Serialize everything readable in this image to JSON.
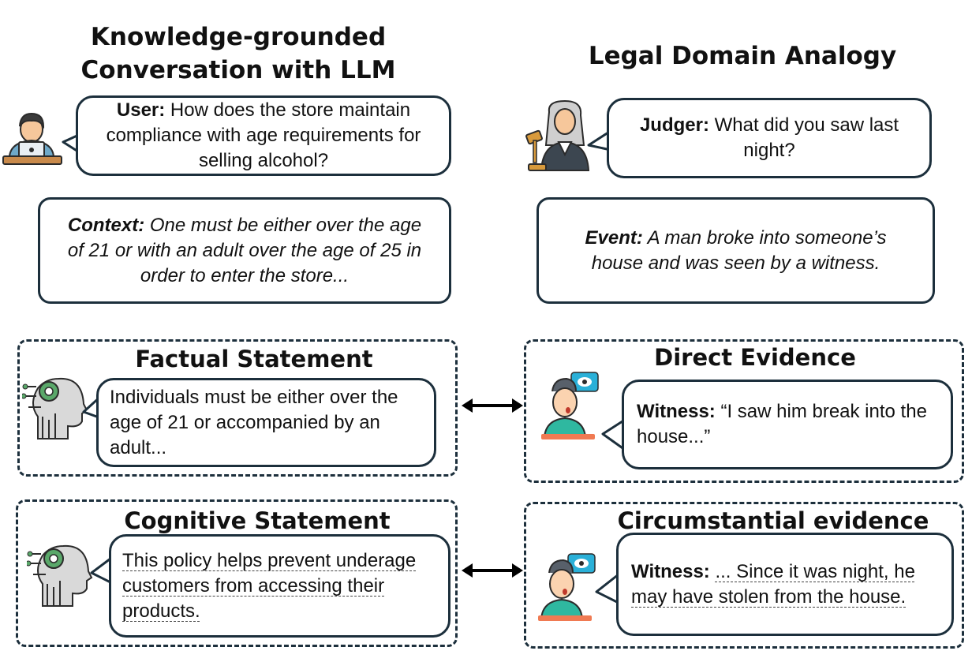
{
  "left_title": {
    "line1": "Knowledge-grounded",
    "line2": "Conversation with LLM"
  },
  "right_title": "Legal Domain Analogy",
  "user_bubble": {
    "speaker": "User:",
    "text": " How does the store maintain compliance with age requirements for selling alcohol?"
  },
  "judger_bubble": {
    "speaker": "Judger:",
    "text": " What did you saw last night?"
  },
  "context_box": {
    "label": "Context:",
    "text": " One must be either over the age of 21 or with an adult over the age of 25 in order to enter the store..."
  },
  "event_box": {
    "label": "Event:",
    "text": " A man broke into someone’s house and was seen by a witness."
  },
  "factual": {
    "title": "Factual Statement",
    "text": "Individuals must be either over the age of 21 or accompanied by an adult..."
  },
  "direct": {
    "title": "Direct Evidence",
    "speaker": "Witness:",
    "text": " “I saw him break into the house...”"
  },
  "cognitive": {
    "title": "Cognitive Statement",
    "text": "This policy helps prevent underage customers from accessing their products."
  },
  "circumstantial": {
    "title": "Circumstantial evidence",
    "speaker": "Witness:",
    "text": "... Since it was night, he may have stolen from the house."
  },
  "icons": [
    "user-laptop-icon",
    "judge-icon",
    "ai-robot-icon",
    "witness-icon",
    "double-arrow-icon"
  ]
}
